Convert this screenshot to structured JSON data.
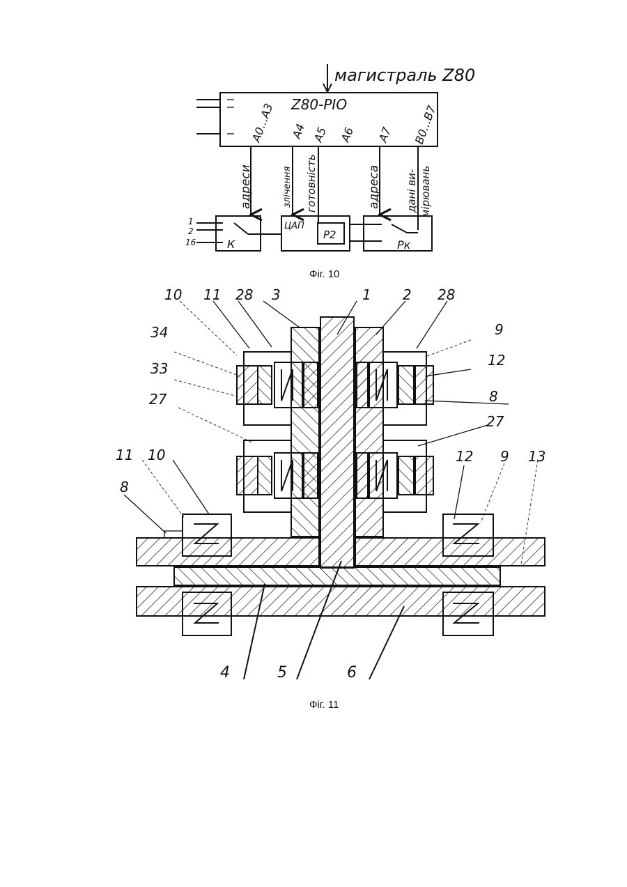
{
  "fig10": {
    "bus": "магистраль Z80",
    "chip": "Z80-PIO",
    "port_a": "A0...A3",
    "pin_a4": "A4",
    "pin_a5": "A5",
    "pin_a6": "A6",
    "pin_a7": "A7",
    "port_b": "B0...B7",
    "sig_addr1": "адреси",
    "sig_compare": "злічення",
    "sig_ready": "готовність",
    "sig_addr2": "адреса",
    "sig_meas1": "дані ви-",
    "sig_meas2": "мірювань",
    "switch_in_top": "1",
    "switch_in_mid": "2",
    "switch_in_bot": "16",
    "block_k": "К",
    "block_dac": "ЦАП",
    "block_p2": "P2",
    "block_pk": "Pк",
    "caption": "Фіг. 10"
  },
  "fig11": {
    "labels": {
      "l10a": "10",
      "l11a": "11",
      "l28a": "28",
      "l3": "3",
      "l1": "1",
      "l2": "2",
      "l28b": "28",
      "l9a": "9",
      "l12a": "12",
      "l34": "34",
      "l33": "33",
      "l8a": "8",
      "l27a": "27",
      "l27b": "27",
      "l11b": "11",
      "l10b": "10",
      "l8b": "8",
      "l12b": "12",
      "l9b": "9",
      "l13": "13",
      "l4": "4",
      "l5": "5",
      "l6": "6"
    },
    "caption": "Фіг. 11"
  }
}
